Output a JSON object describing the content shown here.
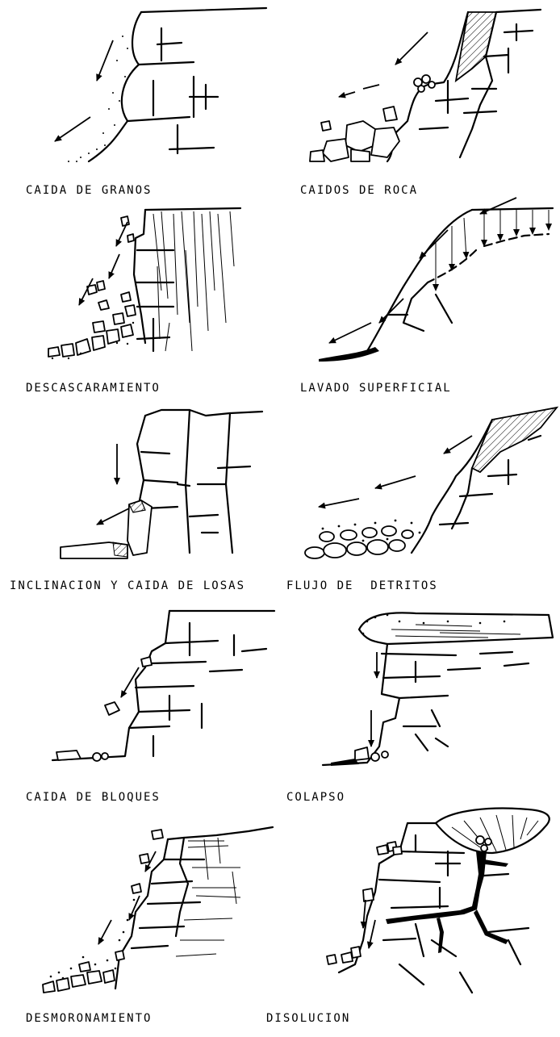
{
  "captions": {
    "caida_granos": "CAIDA DE GRANOS",
    "caidos_roca": "CAIDOS DE ROCA",
    "descascaramiento": "DESCASCARAMIENTO",
    "lavado_superficial": "LAVADO SUPERFICIAL",
    "inclinacion": "INCLINACION Y CAIDA DE LOSAS",
    "flujo_detritos": "FLUJO DE  DETRITOS",
    "caida_bloques": "CAIDA DE BLOQUES",
    "colapso": "COLAPSO",
    "desmoronamiento": "DESMORONAMIENTO",
    "disolucion": "DISOLUCION"
  },
  "colors": {
    "ink": "#000000",
    "paper": "#ffffff"
  }
}
